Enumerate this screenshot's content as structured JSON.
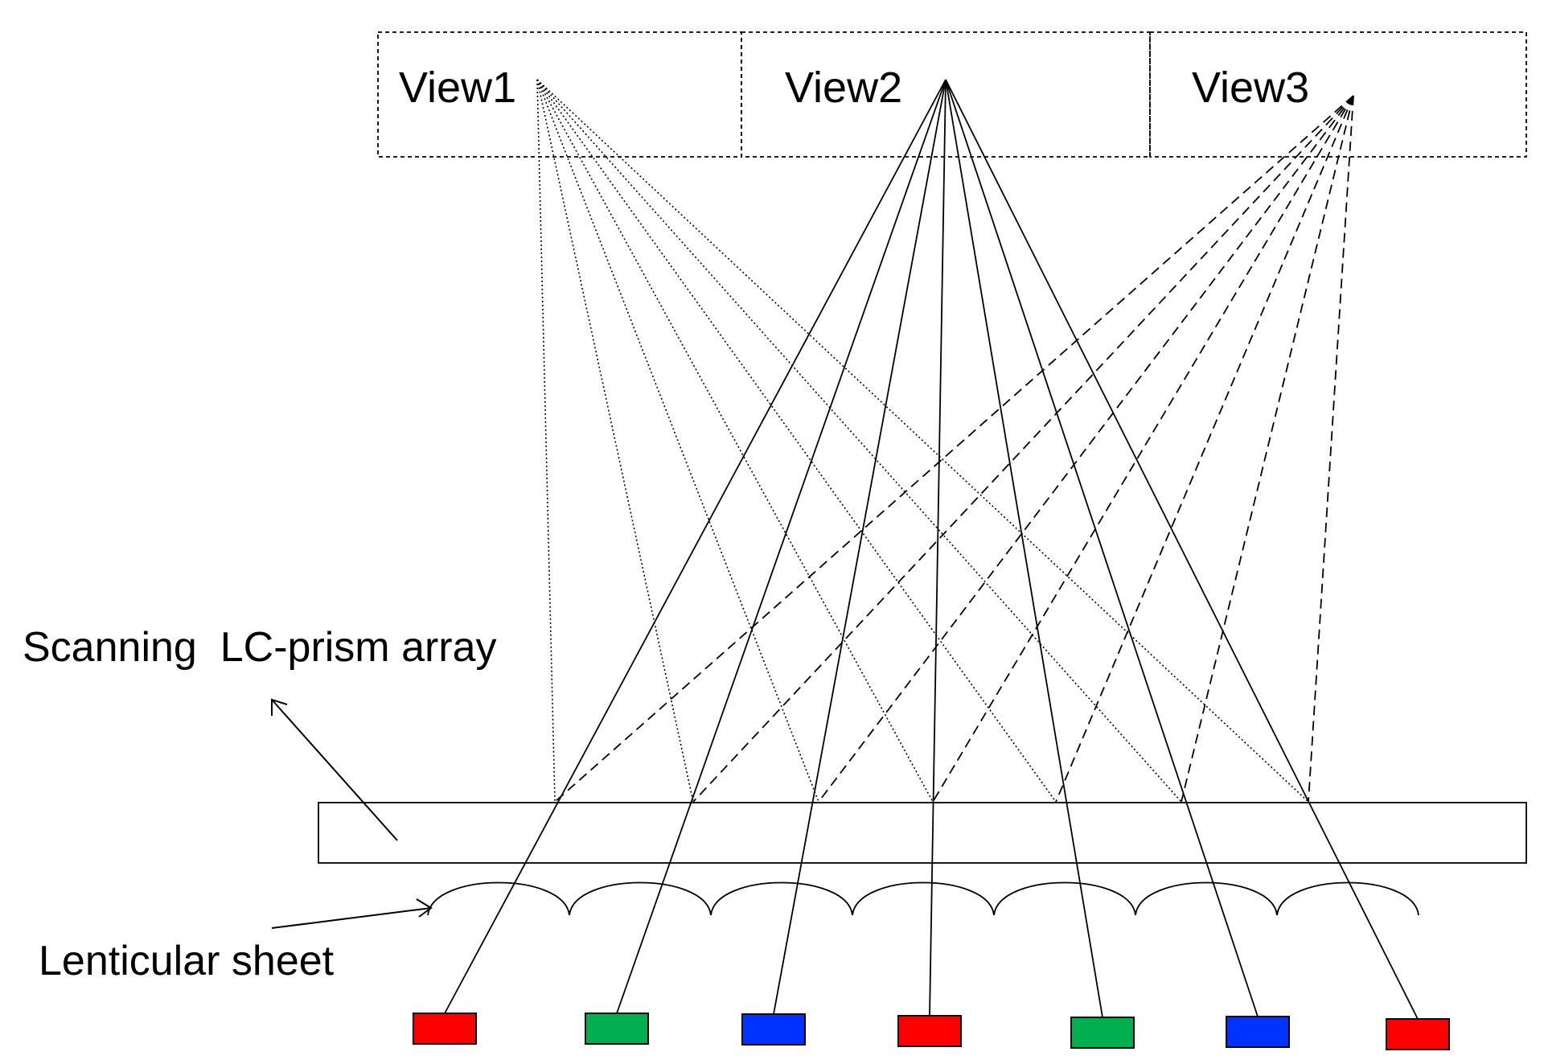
{
  "views": [
    {
      "id": "view1",
      "label": "View1",
      "ray_style": "dotted"
    },
    {
      "id": "view2",
      "label": "View2",
      "ray_style": "solid"
    },
    {
      "id": "view3",
      "label": "View3",
      "ray_style": "dashed"
    }
  ],
  "labels": {
    "prism_array": "Scanning  LC-prism array",
    "lenticular_sheet": "Lenticular sheet"
  },
  "pixels": [
    {
      "color": "#ff0000"
    },
    {
      "color": "#00b050"
    },
    {
      "color": "#0033ff"
    },
    {
      "color": "#ff0000"
    },
    {
      "color": "#00b050"
    },
    {
      "color": "#0033ff"
    },
    {
      "color": "#ff0000"
    }
  ],
  "lens_count": 7,
  "stroke_color": "#000000"
}
